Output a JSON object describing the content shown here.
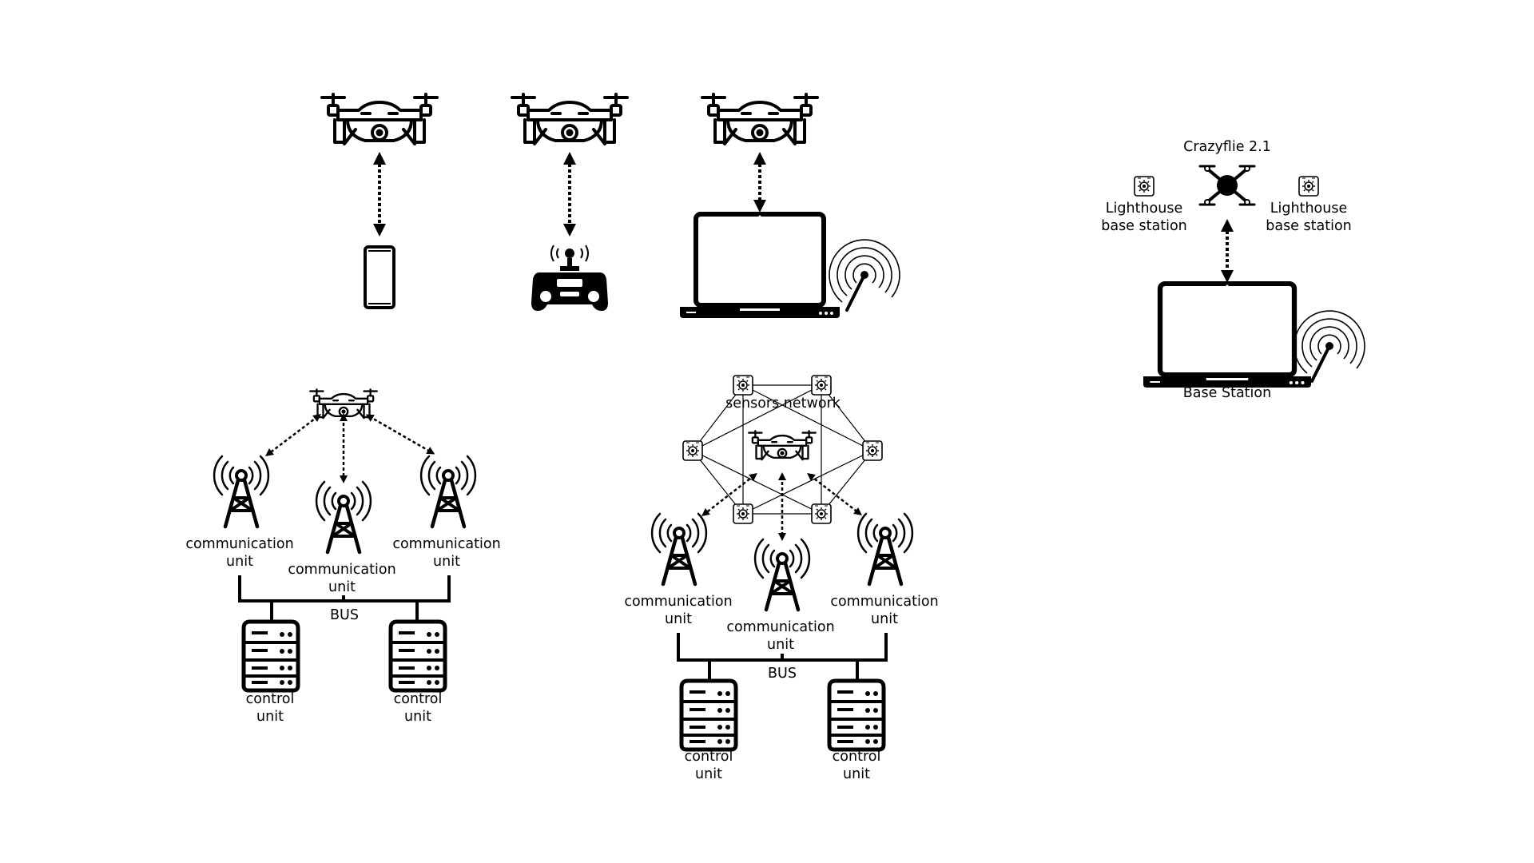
{
  "labels": {
    "comm": [
      "communication",
      "unit"
    ],
    "control": [
      "control",
      "unit"
    ],
    "bus": "BUS",
    "sensors_network": "sensors network",
    "crazyflie": "Crazyflie 2.1",
    "lighthouse": [
      "Lighthouse",
      "base station"
    ],
    "base_station": "Base Station"
  },
  "icons": {
    "drone": "drone-icon",
    "smartphone": "smartphone-icon",
    "remote_controller": "remote-controller-icon",
    "laptop": "laptop-icon",
    "antenna_signal": "antenna-signal-icon",
    "radio_tower": "radio-tower-icon",
    "server": "server-icon",
    "sensor": "sensor-icon",
    "quadcopter": "crazyflie-quadcopter-icon"
  },
  "colors": {
    "ink": "#000000",
    "background": "#ffffff"
  }
}
